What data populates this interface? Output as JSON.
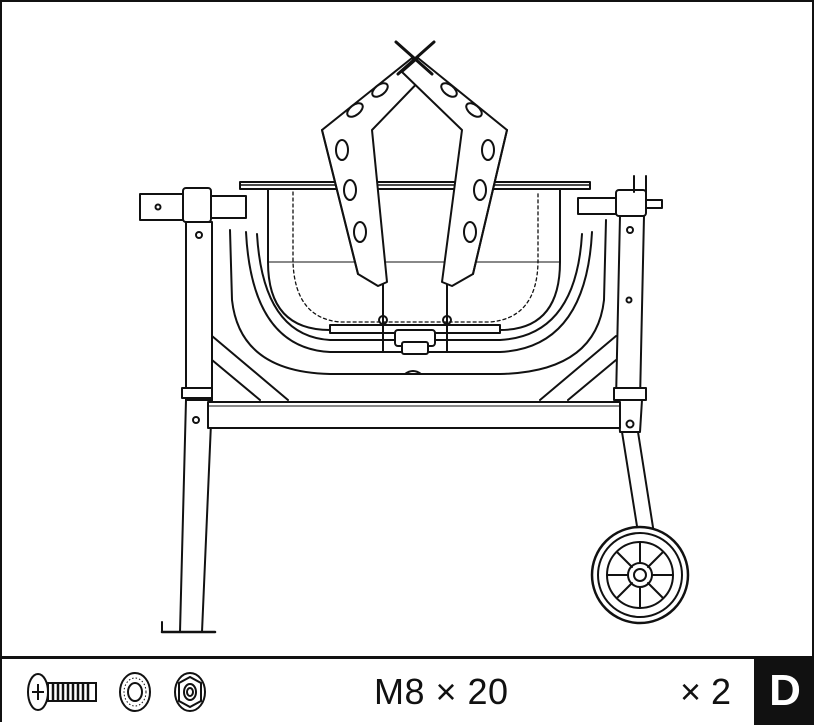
{
  "figure": {
    "subject": "mixer-stand-assembly",
    "hardware": [
      "bolt-icon",
      "washer-icon",
      "nut-icon"
    ]
  },
  "footer": {
    "size": "M8 × 20",
    "quantity": "× 2",
    "step": "D"
  },
  "colors": {
    "ink": "#111111",
    "paper": "#ffffff"
  }
}
